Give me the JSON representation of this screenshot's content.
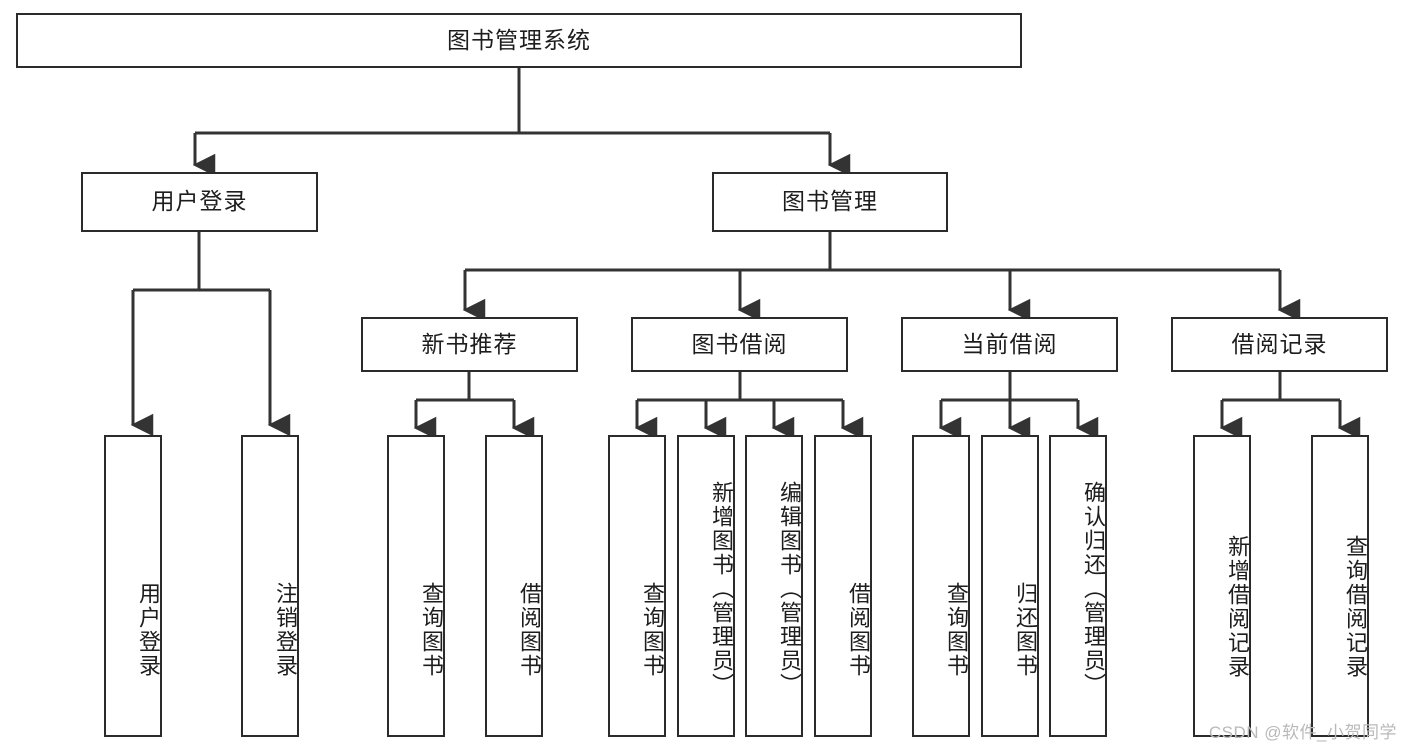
{
  "diagram": {
    "title": "图书管理系统",
    "type": "tree",
    "watermark": "CSDN @软件_小贺同学",
    "colors": {
      "box_border": "#2b2b2b",
      "box_fill": "#ffffff",
      "edge": "#333333",
      "text": "#1d1d1d",
      "watermark": "#b9b9b9"
    },
    "root": {
      "label": "图书管理系统"
    },
    "level2": [
      {
        "label": "用户登录"
      },
      {
        "label": "图书管理"
      }
    ],
    "level3": [
      {
        "label": "新书推荐"
      },
      {
        "label": "图书借阅"
      },
      {
        "label": "当前借阅"
      },
      {
        "label": "借阅记录"
      }
    ],
    "leaves": {
      "user_login": [
        {
          "label": "用户登录"
        },
        {
          "label": "注销登录"
        }
      ],
      "new_book_recommend": [
        {
          "label": "查询图书"
        },
        {
          "label": "借阅图书"
        }
      ],
      "book_borrow": [
        {
          "label": "查询图书"
        },
        {
          "label": "新增图书（管理员）"
        },
        {
          "label": "编辑图书（管理员）"
        },
        {
          "label": "借阅图书"
        }
      ],
      "current_borrow": [
        {
          "label": "查询图书"
        },
        {
          "label": "归还图书"
        },
        {
          "label": "确认归还（管理员）"
        }
      ],
      "borrow_record": [
        {
          "label": "新增借阅记录"
        },
        {
          "label": "查询借阅记录"
        }
      ]
    }
  }
}
